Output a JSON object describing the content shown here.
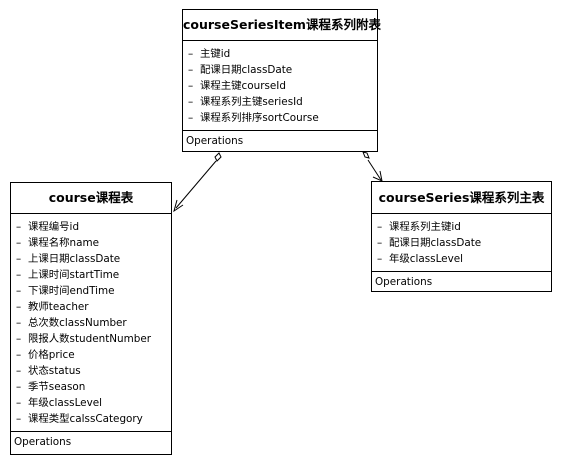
{
  "diagram": {
    "classes": {
      "item": {
        "title": "courseSeriesItem课程系列附表",
        "attributes": [
          "主键id",
          "配课日期classDate",
          "课程主键courseId",
          "课程系列主键seriesId",
          "课程系列排序sortCourse"
        ],
        "operations_label": "Operations"
      },
      "course": {
        "title": "course课程表",
        "attributes": [
          "课程编号id",
          "课程名称name",
          "上课日期classDate",
          "上课时间startTime",
          "下课时间endTime",
          "教师teacher",
          "总次数classNumber",
          "限报人数studentNumber",
          "价格price",
          "状态status",
          "季节season",
          "年级classLevel",
          "课程类型calssCategory"
        ],
        "operations_label": "Operations"
      },
      "series": {
        "title": "courseSeries课程系列主表",
        "attributes": [
          "课程系列主键id",
          "配课日期classDate",
          "年级classLevel"
        ],
        "operations_label": "Operations"
      }
    },
    "visibility_symbol": "–",
    "line_color": "#000000"
  }
}
